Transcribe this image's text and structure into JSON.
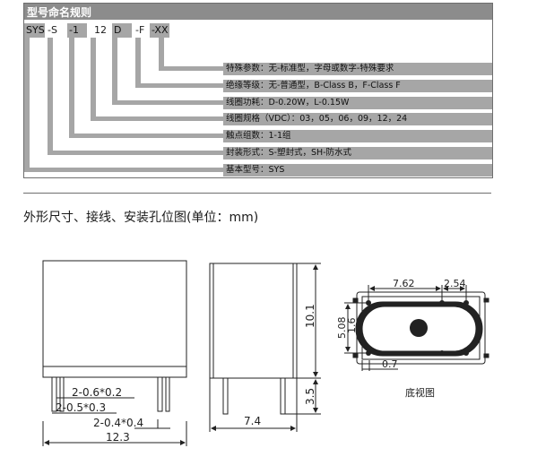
{
  "naming": {
    "title": "型号命名规则",
    "code": {
      "sys": "SYS",
      "s": "-S",
      "one": "-1",
      "twelve": "12",
      "d": "D",
      "f": "-F",
      "xx": "-XX"
    },
    "descriptions": {
      "special": "特殊参数：无-标准型，字母或数字-特殊要求",
      "insulation": "绝缘等级：无-普通型，B-Class B，F-Class F",
      "coil_power": "线圈功耗：D-0.20W，L-0.15W",
      "coil_spec": "线圈规格（VDC）：03，05，06，09，12，24",
      "contact": "触点组数：1-1组",
      "seal": "封装形式：S-塑封式，SH-防水式",
      "base": "基本型号：SYS"
    }
  },
  "drawing": {
    "section_title": "外形尺寸、接线、安装孔位图(单位：mm)",
    "front": {
      "pin_a": "2-0.6*0.2",
      "pin_b": "2-0.5*0.3",
      "pin_c": "2-0.4*0.4",
      "width": "12.3"
    },
    "side": {
      "height": "10.1",
      "pin_len": "3.5",
      "depth": "7.4"
    },
    "bottom": {
      "pitch_a": "7.62",
      "pitch_b": "2.54",
      "row_a": "5.08",
      "row_b": "1.6",
      "hole": "0.7",
      "caption": "底视图"
    }
  }
}
